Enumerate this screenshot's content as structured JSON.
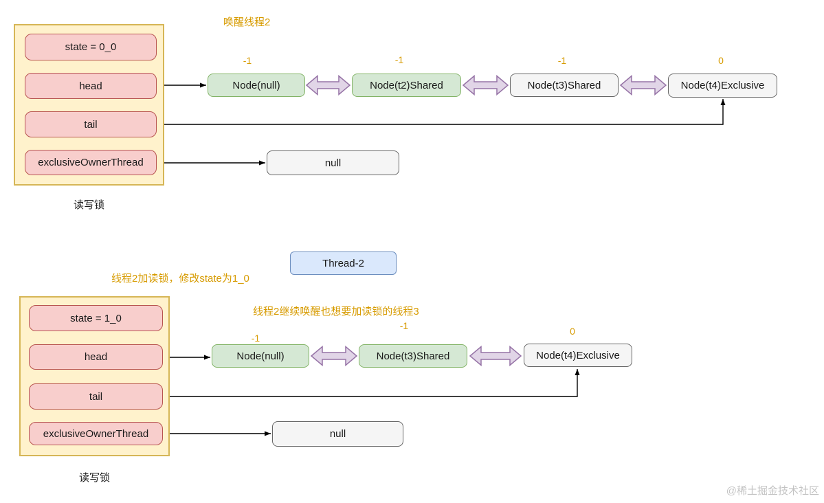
{
  "top": {
    "annotation": "唤醒线程2",
    "lock": {
      "fields": [
        "state = 0_0",
        "head",
        "tail",
        "exclusiveOwnerThread"
      ],
      "caption": "读写锁"
    },
    "nodes": [
      {
        "label": "Node(null)",
        "wait_status": "-1",
        "variant": "green"
      },
      {
        "label": "Node(t2)Shared",
        "wait_status": "-1",
        "variant": "green"
      },
      {
        "label": "Node(t3)Shared",
        "wait_status": "-1",
        "variant": "gray"
      },
      {
        "label": "Node(t4)Exclusive",
        "wait_status": "0",
        "variant": "gray"
      }
    ],
    "owner_value": "null"
  },
  "bottom": {
    "thread_label": "Thread-2",
    "annotation_state": "线程2加读锁，修改state为1_0",
    "annotation_wake": "线程2继续唤醒也想要加读锁的线程3",
    "lock": {
      "fields": [
        "state = 1_0",
        "head",
        "tail",
        "exclusiveOwnerThread"
      ],
      "caption": "读写锁"
    },
    "nodes": [
      {
        "label": "Node(null)",
        "wait_status": "-1",
        "variant": "green"
      },
      {
        "label": "Node(t3)Shared",
        "wait_status": "-1",
        "variant": "green"
      },
      {
        "label": "Node(t4)Exclusive",
        "wait_status": "0",
        "variant": "gray"
      }
    ],
    "owner_value": "null"
  },
  "watermark": "@稀土掘金技术社区",
  "colors": {
    "annotation_text": "#D79B00",
    "lock_fill": "#FFF2CC",
    "lock_border": "#D6B656",
    "field_fill": "#F8CECC",
    "field_border": "#B85450",
    "shared_node_fill": "#D5E8D4",
    "shared_node_border": "#82B366",
    "plain_node_fill": "#F5F5F5",
    "plain_node_border": "#666666",
    "thread_fill": "#DAE8FC",
    "thread_border": "#6C8EBF",
    "biarrow_fill": "#E1D5E7",
    "biarrow_border": "#9673A6",
    "connector": "#000000",
    "watermark_text": "#C3C3C3"
  }
}
